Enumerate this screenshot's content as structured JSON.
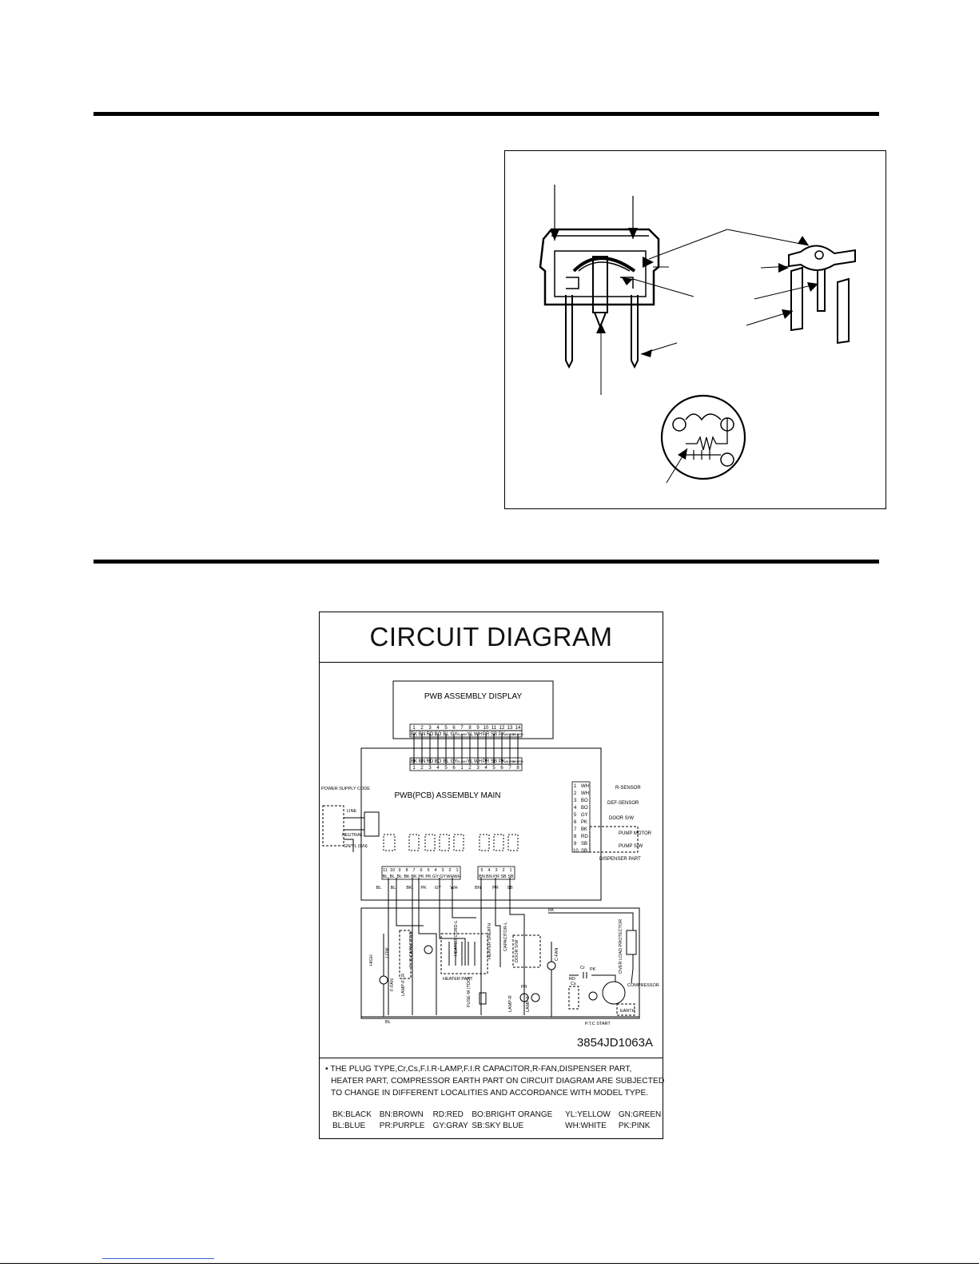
{
  "circuit": {
    "title": "CIRCUIT DIAGRAM",
    "display_board": "PWB ASSEMBLY DISPLAY",
    "main_board": "PWB(PCB) ASSEMBLY MAIN",
    "display_pins": [
      "1",
      "2",
      "3",
      "4",
      "5",
      "6",
      "7",
      "8",
      "9",
      "10",
      "11",
      "12",
      "13",
      "14"
    ],
    "display_colors": [
      "BK",
      "BN",
      "RD",
      "BO",
      "BL",
      "GY",
      "SL/WH",
      "YL",
      "WH",
      "PR",
      "SB",
      "PK",
      "WH/BK",
      "WH/RD"
    ],
    "main_top_pins": [
      "1",
      "2",
      "3",
      "4",
      "5",
      "6",
      "1",
      "2",
      "3",
      "4",
      "5",
      "6",
      "7",
      "8"
    ],
    "right_pins": [
      "1",
      "2",
      "3",
      "4",
      "5",
      "6",
      "7",
      "8",
      "9",
      "10"
    ],
    "right_colors": [
      "WH",
      "WH",
      "BO",
      "BO",
      "GY",
      "PK",
      "BK",
      "RD",
      "SB",
      "SB"
    ],
    "right_labels": [
      "R-SENSOR",
      "DEF-SENSOR",
      "DOOR S/W",
      "PUMP MOTOR",
      "PUMP S/W",
      "DISPENSER PART"
    ],
    "power_supply": "POWER SUPPLY CODE",
    "line": "LINE",
    "neutral": "NEUTRAL",
    "gnyl": "GN/YL (GN)",
    "left_conn_pins": [
      "11",
      "10",
      "9",
      "8",
      "7",
      "6",
      "5",
      "4",
      "3",
      "2",
      "1"
    ],
    "left_conn_colors": [
      "BL",
      "BL",
      "BL",
      "BK",
      "BK",
      "PK",
      "PK",
      "GY",
      "GY",
      "WH",
      "WH"
    ],
    "mid_conn_pins": [
      "5",
      "4",
      "3",
      "2",
      "1"
    ],
    "mid_conn_colors": [
      "BN",
      "BN",
      "PR",
      "SB",
      "SB"
    ],
    "bottom_wire_labels": [
      "BL",
      "BL",
      "BK",
      "PK",
      "GY",
      "WH",
      "BN",
      "PR",
      "SB"
    ],
    "parts": [
      "HIGH",
      "LOW",
      "F-FAN",
      "LAMP-F.I.R",
      "F.I.R CAPACITOR",
      "HEATER PART",
      "HEATER CORD-L",
      "HEATER SHEATH",
      "CAPACITOR-L",
      "DOOR S/W",
      "C-FAN",
      "FUSE-M (TDC)",
      "LAMP-R",
      "LAMP-F",
      "OVER LOAD PROTECTOR",
      "COMPRESSOR",
      "EARTH",
      "P.T.C START",
      "Cr",
      "Cs",
      "BK",
      "BL",
      "RD",
      "PK",
      "PR"
    ],
    "code": "3854JD1063A",
    "note_lines": [
      "• THE PLUG TYPE,Cr,Cs,F.I.R-LAMP,F.I.R CAPACITOR,R-FAN,DISPENSER PART,",
      "HEATER PART, COMPRESSOR EARTH PART ON CIRCUIT DIAGRAM ARE SUBJECTED",
      "TO CHANGE IN DIFFERENT LOCALITIES AND ACCORDANCE WITH MODEL TYPE."
    ],
    "legend_row1": [
      "BK:BLACK",
      "BN:BROWN",
      "RD:RED",
      "BO:BRIGHT ORANGE",
      "YL:YELLOW",
      "GN:GREEN"
    ],
    "legend_row2": [
      "BL:BLUE",
      "PR:PURPLE",
      "GY:GRAY",
      "SB:SKY BLUE",
      "WH:WHITE",
      "PK:PINK"
    ]
  }
}
